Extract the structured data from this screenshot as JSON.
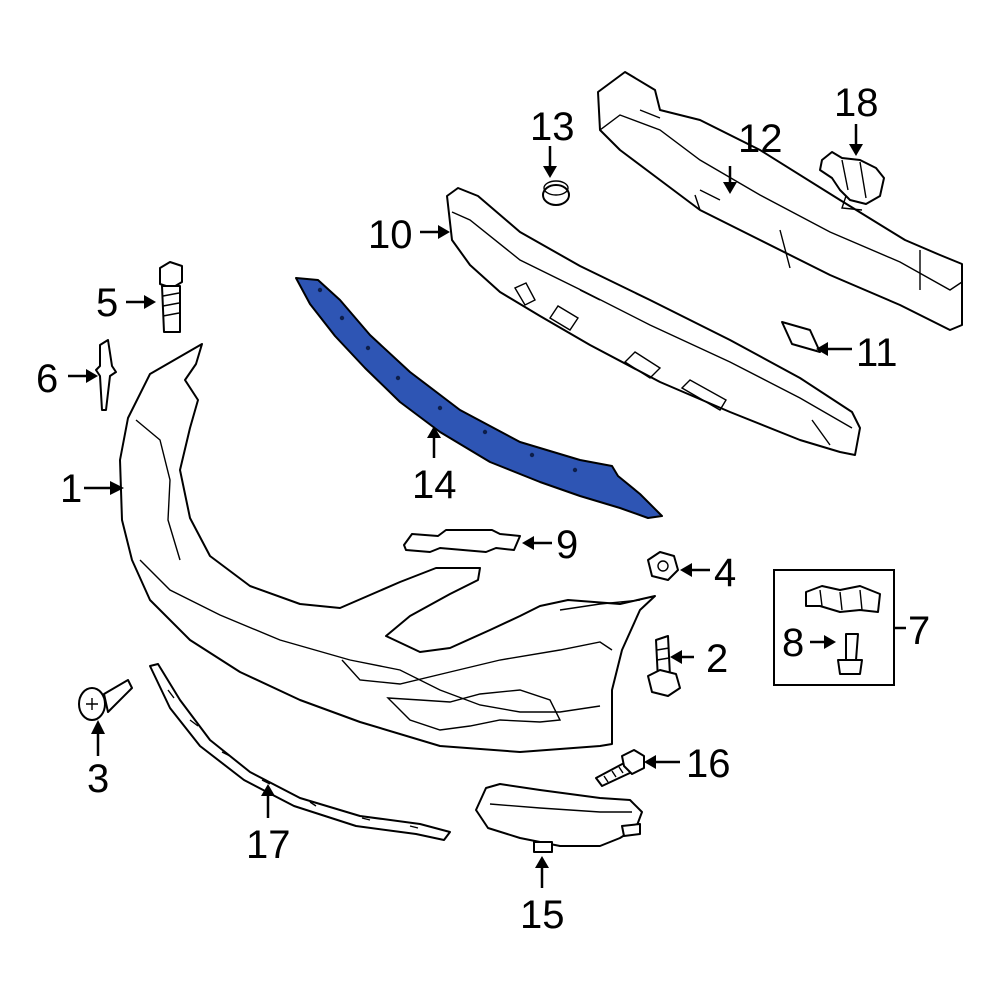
{
  "diagram": {
    "callouts": [
      "1",
      "2",
      "3",
      "4",
      "5",
      "6",
      "7",
      "8",
      "9",
      "10",
      "11",
      "12",
      "13",
      "14",
      "15",
      "16",
      "17",
      "18"
    ],
    "highlight_color": "#2e55b4",
    "highlighted_part": "14"
  }
}
